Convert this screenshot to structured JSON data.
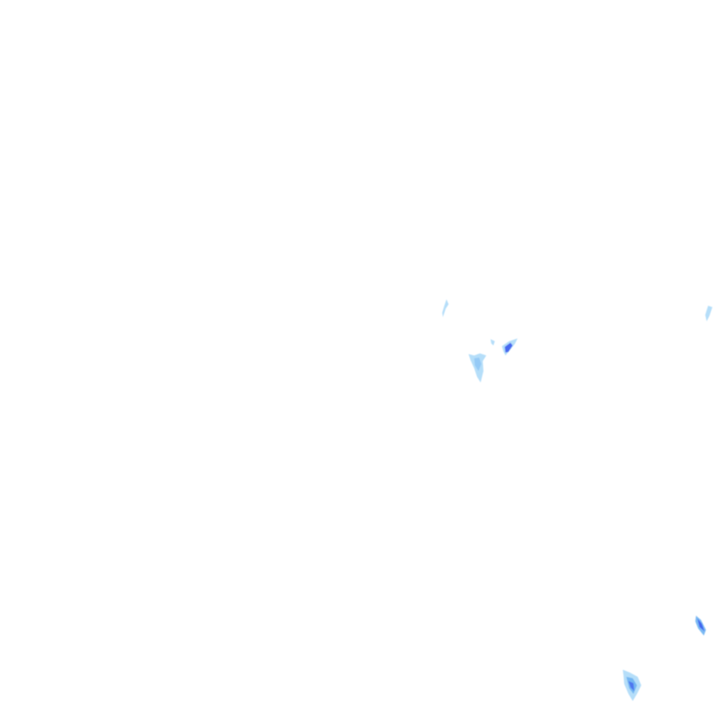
{
  "layer": {
    "kind": "precipitation radar overlay",
    "background": "transparent",
    "colors": {
      "light": "#a8d8f8",
      "medium": "#6fb2f2",
      "heavy": "#3c5cf0"
    }
  },
  "echoes": [
    {
      "intensity": "light"
    },
    {
      "intensity": "light"
    },
    {
      "intensity": "light"
    },
    {
      "intensity": "heavy"
    },
    {
      "intensity": "light"
    },
    {
      "intensity": "heavy"
    },
    {
      "intensity": "medium"
    }
  ]
}
